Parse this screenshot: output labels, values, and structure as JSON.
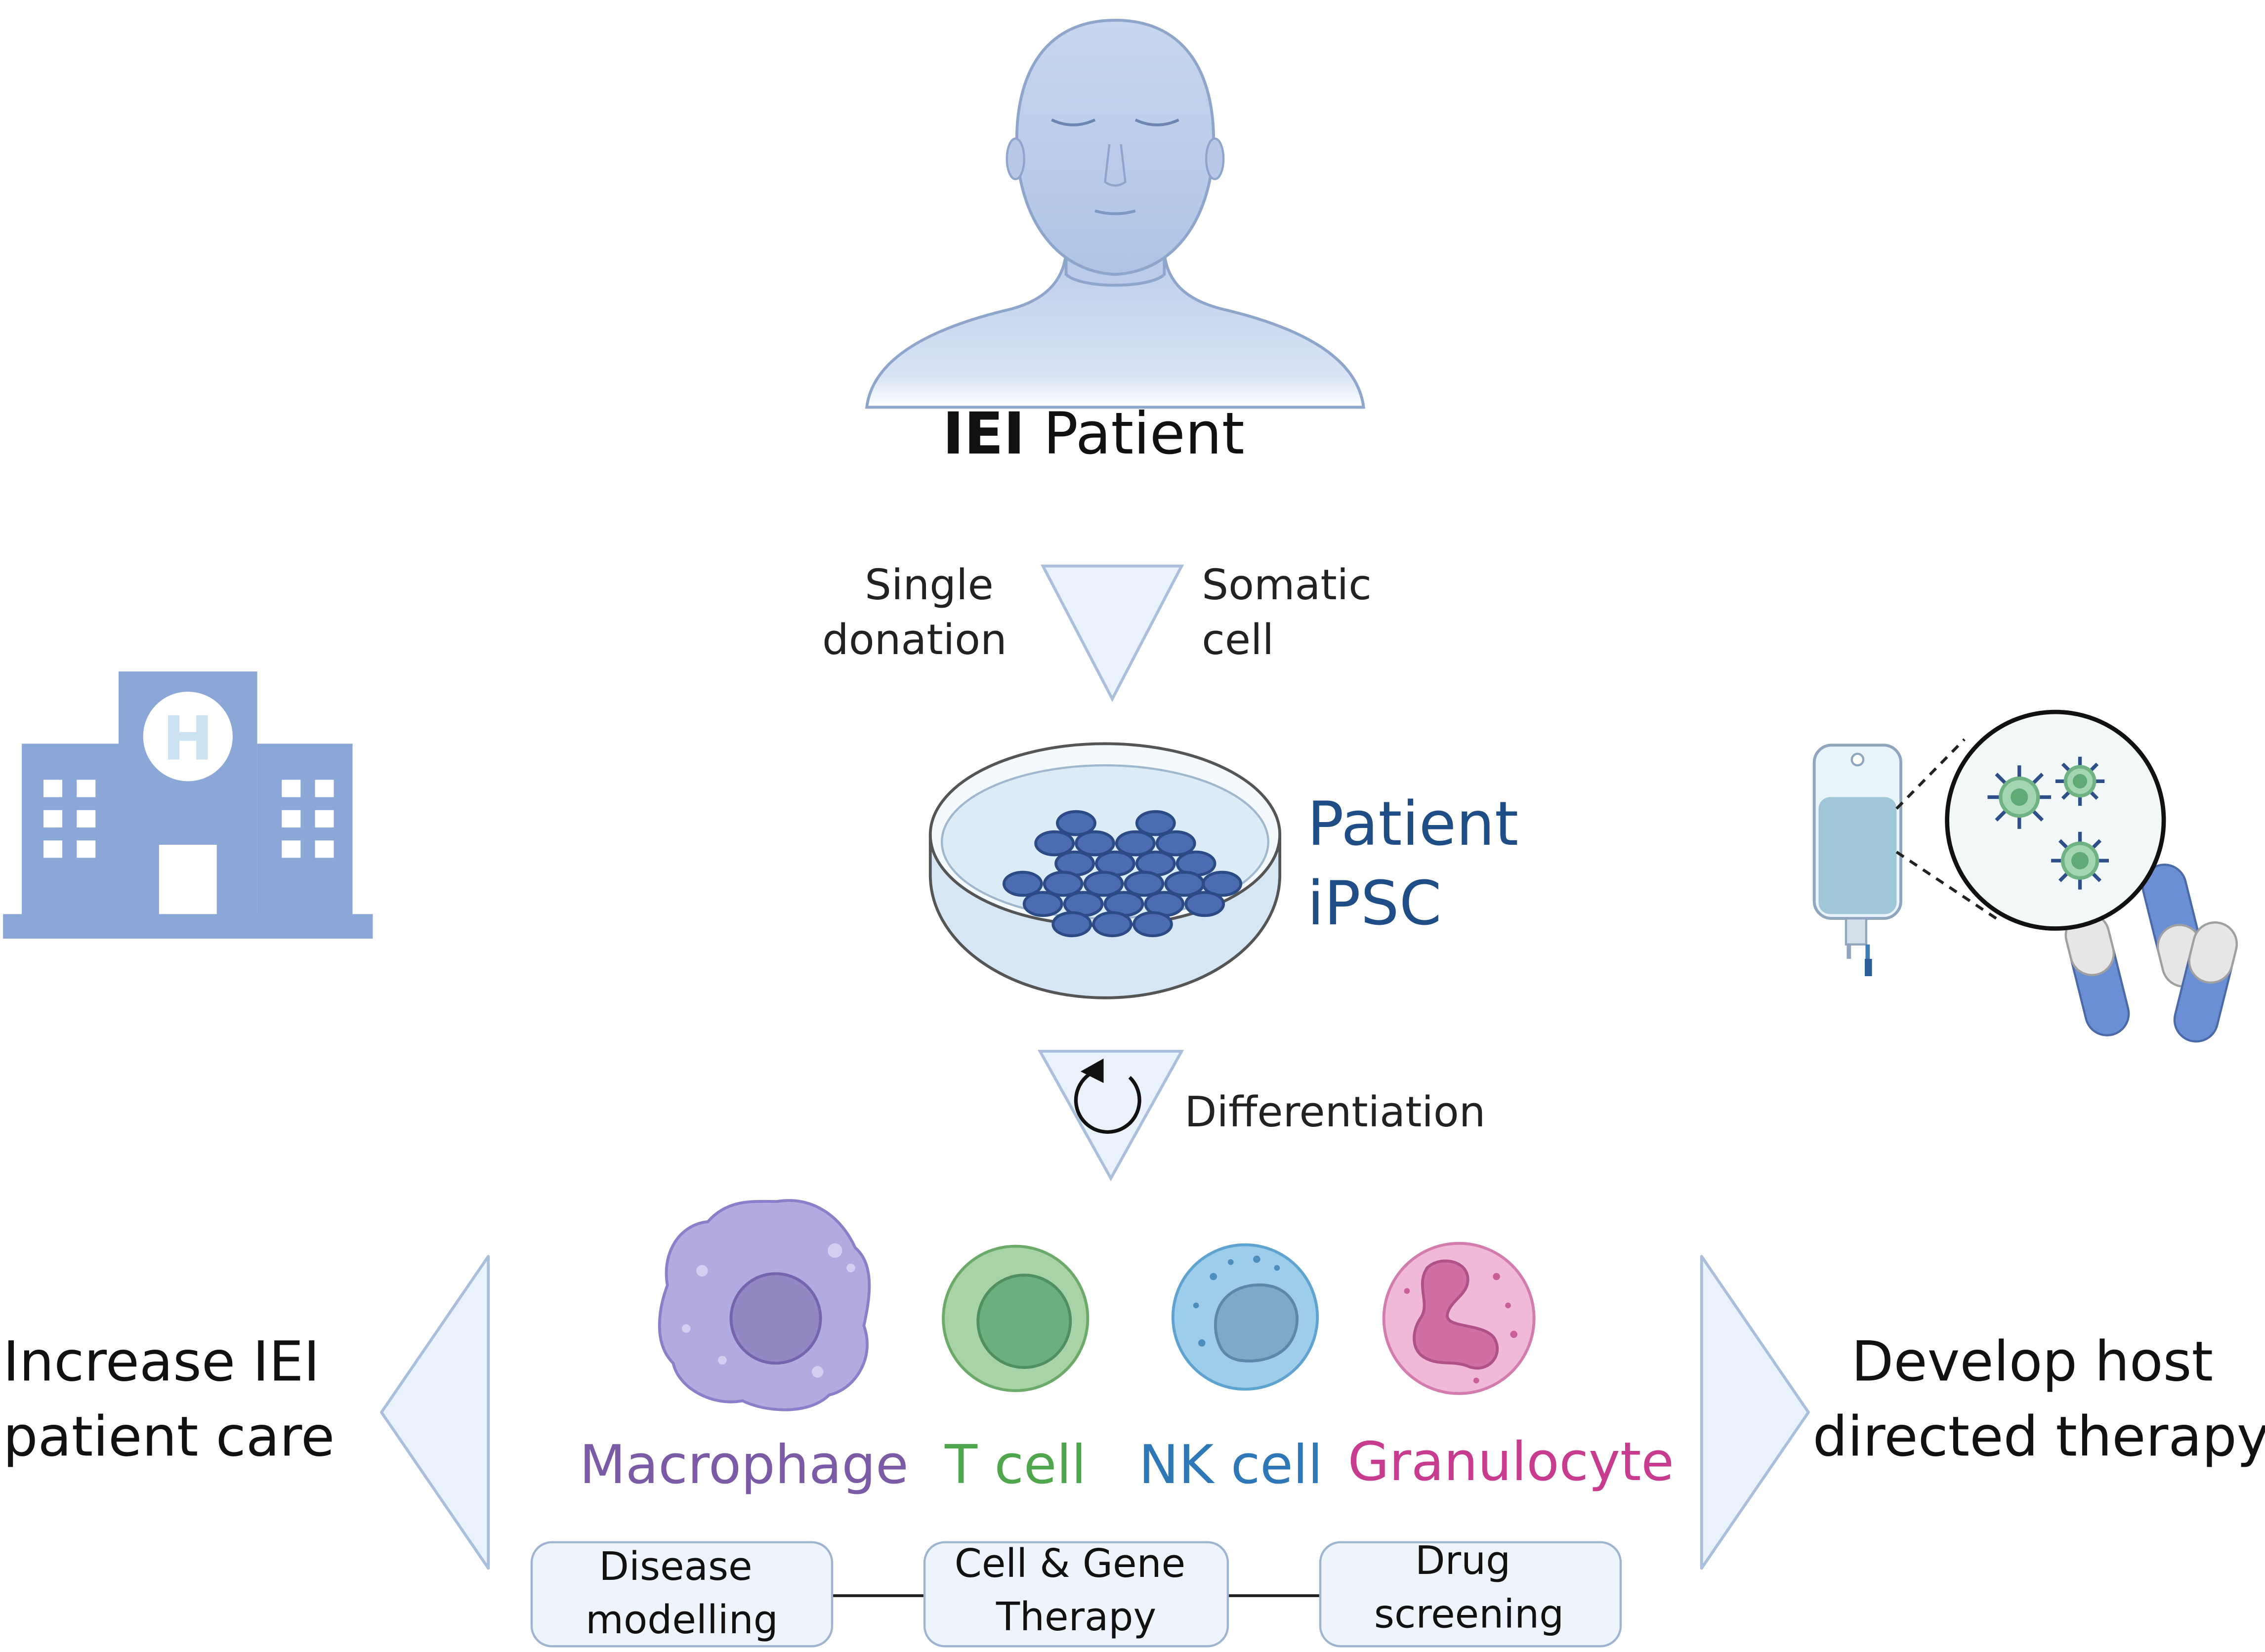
{
  "patient": {
    "label_bold": "IEI",
    "label_rest": " Patient"
  },
  "donation": {
    "line1": "Single",
    "line2": "donation"
  },
  "somatic": {
    "line1": "Somatic",
    "line2": "cell"
  },
  "ipsc": {
    "line1": "Patient",
    "line2": "iPSC"
  },
  "differentiation": "Differentiation",
  "cells": [
    {
      "name": "Macrophage",
      "color": "#7B5AA6"
    },
    {
      "name": "T cell",
      "color": "#4FA64C"
    },
    {
      "name": "NK cell",
      "color": "#2E78B8"
    },
    {
      "name": "Granulocyte",
      "color": "#C73C8E"
    }
  ],
  "applications": [
    {
      "line1": "Disease",
      "line2": "modelling"
    },
    {
      "line1": "Cell & Gene",
      "line2": "Therapy"
    },
    {
      "line1": "Drug",
      "line2": "screening"
    }
  ],
  "left_outcome": {
    "line1": "Increase IEI",
    "line2": "patient care"
  },
  "right_outcome": {
    "line1": "Develop host",
    "line2": "directed therapy"
  },
  "hospital": {
    "sign": "H"
  },
  "colors": {
    "connector": "#8592B3",
    "hospital": "#8AA7D8",
    "arrow_fill": "#E9F1FA",
    "arrow_stroke": "#A9BFDC",
    "ipsc_text": "#1F4E86",
    "cell_nucleus": "#3E5FA8"
  }
}
